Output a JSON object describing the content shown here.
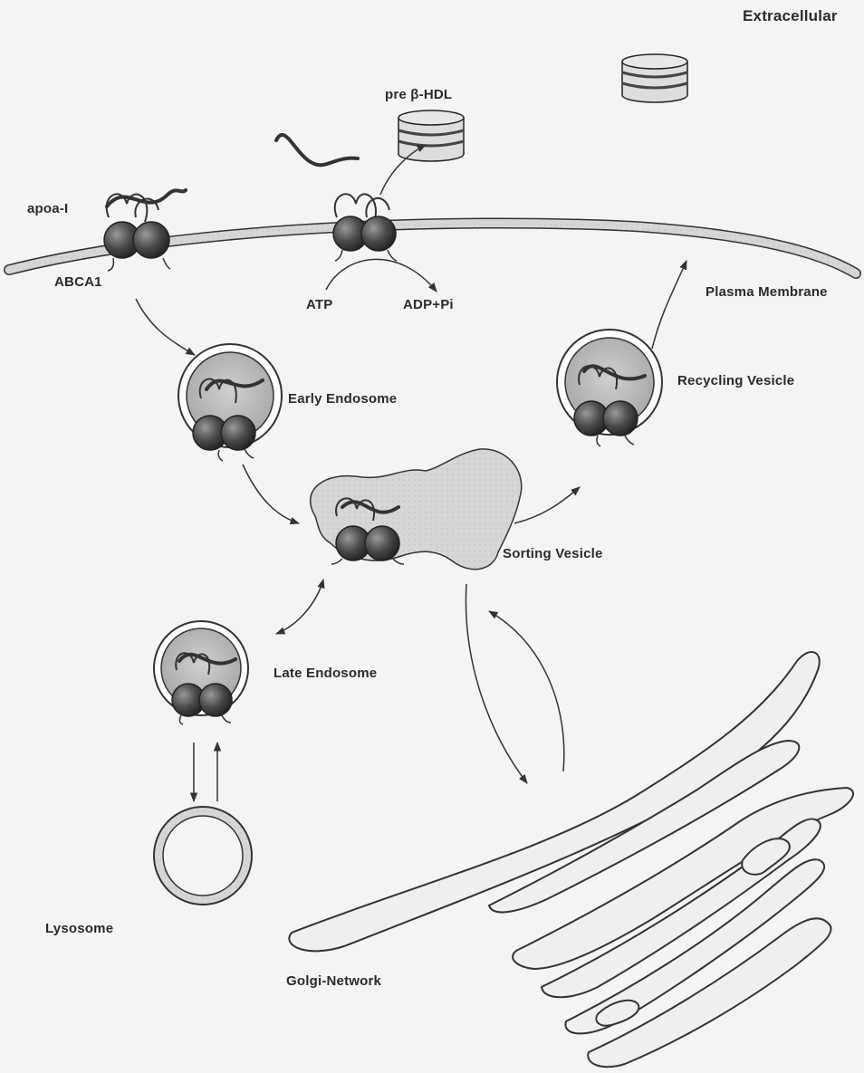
{
  "labels": {
    "extracellular": "Extracellular",
    "pre_beta_hdl": "pre β-HDL",
    "apoa_i": "apoa-I",
    "abca1": "ABCA1",
    "atp": "ATP",
    "adp_pi": "ADP+Pi",
    "plasma_membrane": "Plasma Membrane",
    "early_endosome": "Early Endosome",
    "recycling_vesicle": "Recycling Vesicle",
    "sorting_vesicle": "Sorting Vesicle",
    "late_endosome": "Late Endosome",
    "lysosome": "Lysosome",
    "golgi_network": "Golgi-Network"
  },
  "colors": {
    "background": "#f4f4f2",
    "ink": "#2b2b2b",
    "protein_sphere": "#4a4a4a",
    "vesicle_fill": "#b5b5b5",
    "membrane": "#dcdcdc"
  }
}
